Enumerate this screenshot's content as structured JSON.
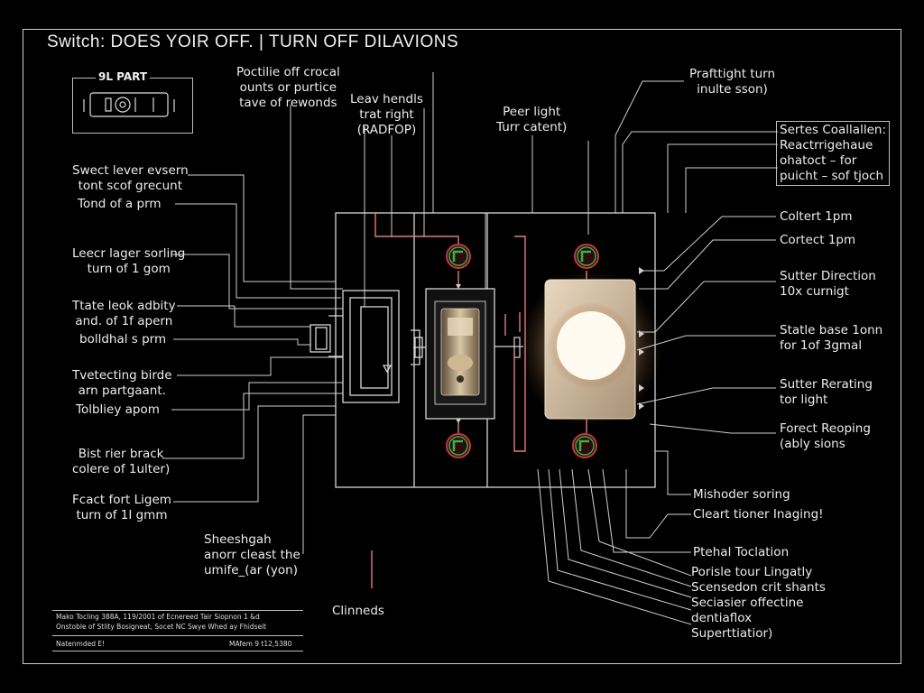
{
  "title": "Switch: DOES YOIR OFF. | TURN OFF DILAVIONS",
  "part": {
    "title": "9L PART"
  },
  "labels_left": [
    "Swect lever evsern\ntont scof grecunt",
    "Tond of a prm",
    "Leecr lager sorling\nturn of 1 gom",
    "Ttate leok adbity\nand. of 1f apern",
    "bolldhal s prm",
    "Tvetecting birde\narn partgaant.",
    "Tolbliey apom",
    "Bist rier brack\ncolere of 1ulter)",
    "Fcact fort Ligem\nturn of 1I gmm"
  ],
  "labels_top": [
    "Poctilie off crocal\nounts or purtice\ntave of rewonds",
    "Leav hendls\ntrat right\n(RADFOP)",
    "Peer light\nTurr catent)",
    "Prafttight turn\ninulte sson)"
  ],
  "labels_right": [
    "Sertes Coallallen:\nReactrrigehaue\nohatoct – for\npuicht – sof tjoch",
    "Coltert 1pm",
    "Cortect 1pm",
    "Sutter Direction\n10x curnigt",
    "Statle base 1onn\nfor 1of 3gmal",
    "Sutter Rerating\ntor light",
    "Forect Reoping\n(ably sions"
  ],
  "labels_bottom": [
    "Sheeshgah\nanorr cleast the\numife_(ar (yon)",
    "Clinneds",
    "Mishoder soring",
    "Cleart tioner Inaging!",
    "Ptehal Toclation",
    "Porisle tour Lingatly\nScensedon crit shants\nSeciasier offectine\ndentiaflox\nSuperttiatior)"
  ],
  "footer": {
    "line1": "Mako Tocling 388A, 119/2001 of Ecnereed Tair Siopnon 1 &d",
    "line2": "Onstoble of Stlity Bosigneat, Socet NC Swye Whed ay Fhidseit",
    "left_field": "Natenmded E!",
    "right_field": "MAfem 9 t12,5380"
  },
  "colors": {
    "background": "#000000",
    "line": "#cfcfcf",
    "wire_red": "#e07a8a",
    "terminal_green": "#3fae4a",
    "terminal_red": "#c33a3a",
    "lamp_glow": "#fff1d6"
  }
}
